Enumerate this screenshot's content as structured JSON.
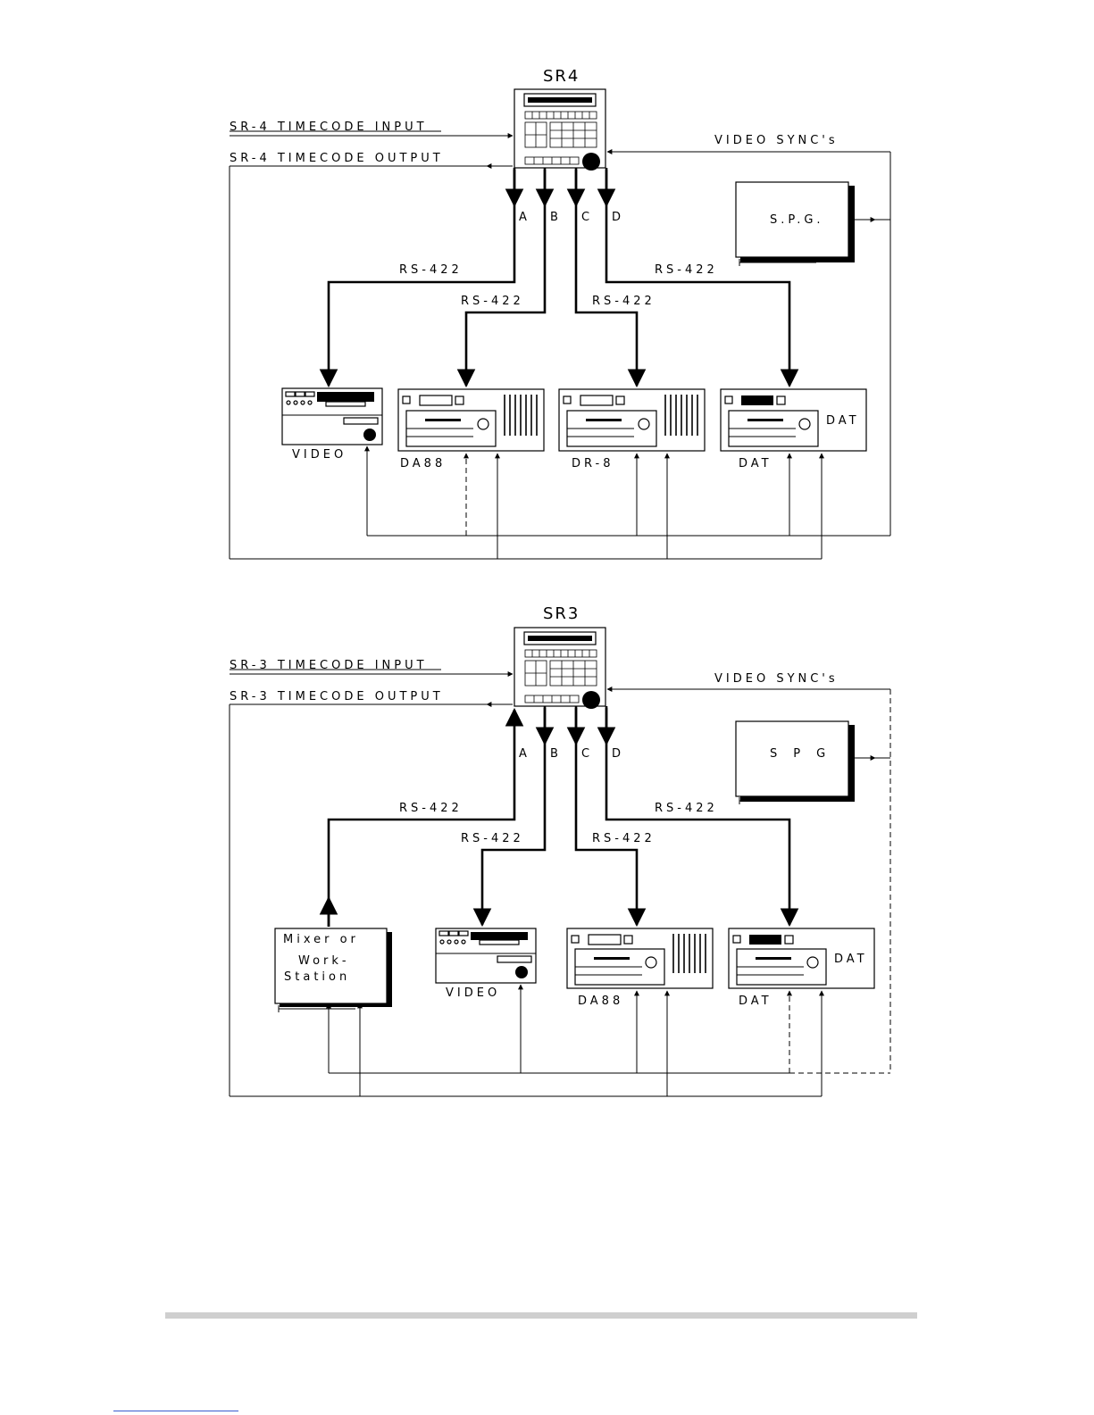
{
  "diagram_top": {
    "controller": "SR4",
    "timecode_input": "SR-4  TIMECODE  INPUT",
    "timecode_output": "SR-4  TIMECODE  OUTPUT",
    "video_sync": "VIDEO  SYNC's",
    "spg": "S.P.G.",
    "ports": [
      "A",
      "B",
      "C",
      "D"
    ],
    "rs_labels": [
      "RS-422",
      "RS-422",
      "RS-422",
      "RS-422"
    ],
    "devices": [
      "VIDEO",
      "DA88",
      "DR-8",
      "DAT"
    ],
    "dat_panel_text": "DAT"
  },
  "diagram_bottom": {
    "controller": "SR3",
    "timecode_input": "SR-3  TIMECODE  INPUT",
    "timecode_output": "SR-3  TIMECODE  OUTPUT",
    "video_sync": "VIDEO  SYNC's",
    "spg": "SPG",
    "ports": [
      "A",
      "B",
      "C",
      "D"
    ],
    "rs_labels": [
      "RS-422",
      "RS-422",
      "RS-422",
      "RS-422"
    ],
    "mixer_lines": [
      "Mixer or",
      "Work-",
      "Station"
    ],
    "devices": [
      "VIDEO",
      "DA88",
      "DAT"
    ],
    "dat_panel_text": "DAT"
  }
}
